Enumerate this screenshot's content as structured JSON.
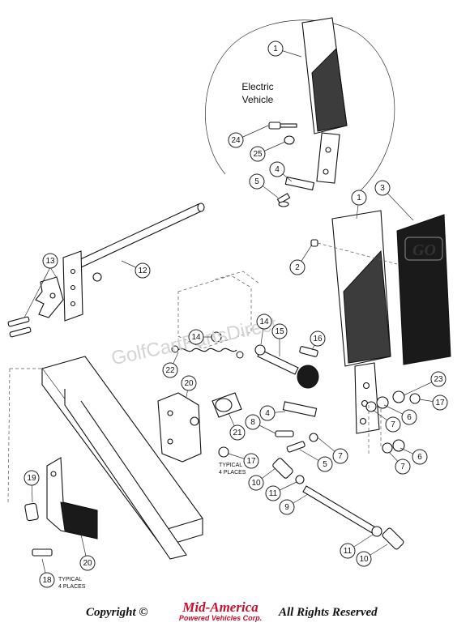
{
  "inset_label": [
    "Electric",
    "Vehicle"
  ],
  "watermark": "GolfCartPartsDirect",
  "pad_logo": "GO",
  "callouts": [
    {
      "id": "c1a",
      "n": "1"
    },
    {
      "id": "c24",
      "n": "24"
    },
    {
      "id": "c25",
      "n": "25"
    },
    {
      "id": "c4a",
      "n": "4"
    },
    {
      "id": "c5a",
      "n": "5"
    },
    {
      "id": "c1b",
      "n": "1"
    },
    {
      "id": "c3",
      "n": "3"
    },
    {
      "id": "c2",
      "n": "2"
    },
    {
      "id": "c13",
      "n": "13"
    },
    {
      "id": "c12",
      "n": "12"
    },
    {
      "id": "c14a",
      "n": "14"
    },
    {
      "id": "c14b",
      "n": "14"
    },
    {
      "id": "c15",
      "n": "15"
    },
    {
      "id": "c16",
      "n": "16"
    },
    {
      "id": "c22",
      "n": "22"
    },
    {
      "id": "c20a",
      "n": "20"
    },
    {
      "id": "c23",
      "n": "23"
    },
    {
      "id": "c17a",
      "n": "17"
    },
    {
      "id": "c6a",
      "n": "6"
    },
    {
      "id": "c7a",
      "n": "7"
    },
    {
      "id": "c4b",
      "n": "4"
    },
    {
      "id": "c8",
      "n": "8"
    },
    {
      "id": "c21",
      "n": "21"
    },
    {
      "id": "c7b",
      "n": "7"
    },
    {
      "id": "c5b",
      "n": "5"
    },
    {
      "id": "c6b",
      "n": "6"
    },
    {
      "id": "c7c",
      "n": "7"
    },
    {
      "id": "c17b",
      "n": "17"
    },
    {
      "id": "c10a",
      "n": "10"
    },
    {
      "id": "c11a",
      "n": "11"
    },
    {
      "id": "c9",
      "n": "9"
    },
    {
      "id": "c19",
      "n": "19"
    },
    {
      "id": "c20b",
      "n": "20"
    },
    {
      "id": "c18",
      "n": "18"
    },
    {
      "id": "c11b",
      "n": "11"
    },
    {
      "id": "c10b",
      "n": "10"
    }
  ],
  "notes": {
    "typical_places_17": [
      "TYPICAL",
      "4 PLACES"
    ],
    "typical_places_18": [
      "TYPICAL",
      "4 PLACES"
    ]
  },
  "footer": {
    "copyright": "Copyright ©",
    "brand_name": "Mid-America",
    "brand_sub": "Powered Vehicles Corp.",
    "rights": "All Rights Reserved",
    "brand_color": "#c8102e"
  }
}
